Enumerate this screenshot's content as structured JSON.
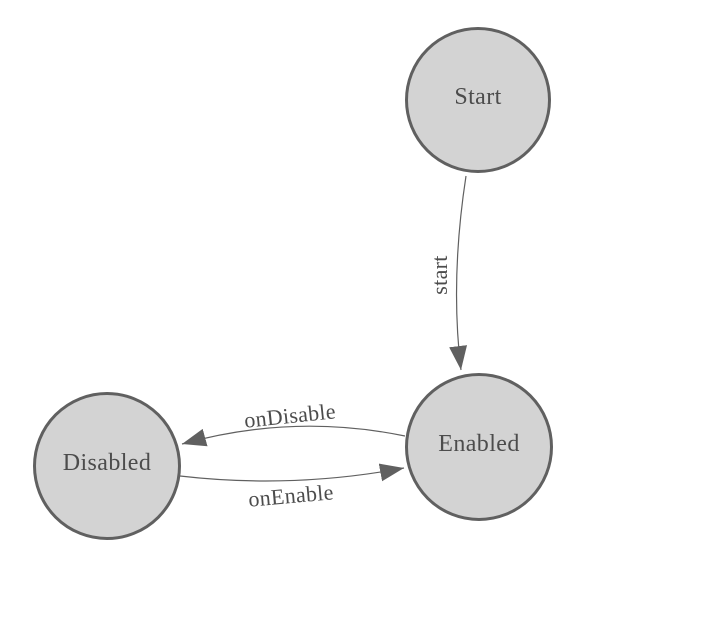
{
  "diagram": {
    "type": "state-machine",
    "colors": {
      "background": "#ffffff",
      "node_fill": "#d3d3d3",
      "node_stroke": "#606060",
      "edge_color": "#606060",
      "text_color": "#4c4c4c"
    },
    "nodes": [
      {
        "id": "start",
        "label": "Start"
      },
      {
        "id": "enabled",
        "label": "Enabled"
      },
      {
        "id": "disabled",
        "label": "Disabled"
      }
    ],
    "edges": [
      {
        "from": "Start",
        "to": "Enabled",
        "label": "start"
      },
      {
        "from": "Enabled",
        "to": "Disabled",
        "label": "onDisable"
      },
      {
        "from": "Disabled",
        "to": "Enabled",
        "label": "onEnable"
      }
    ]
  }
}
